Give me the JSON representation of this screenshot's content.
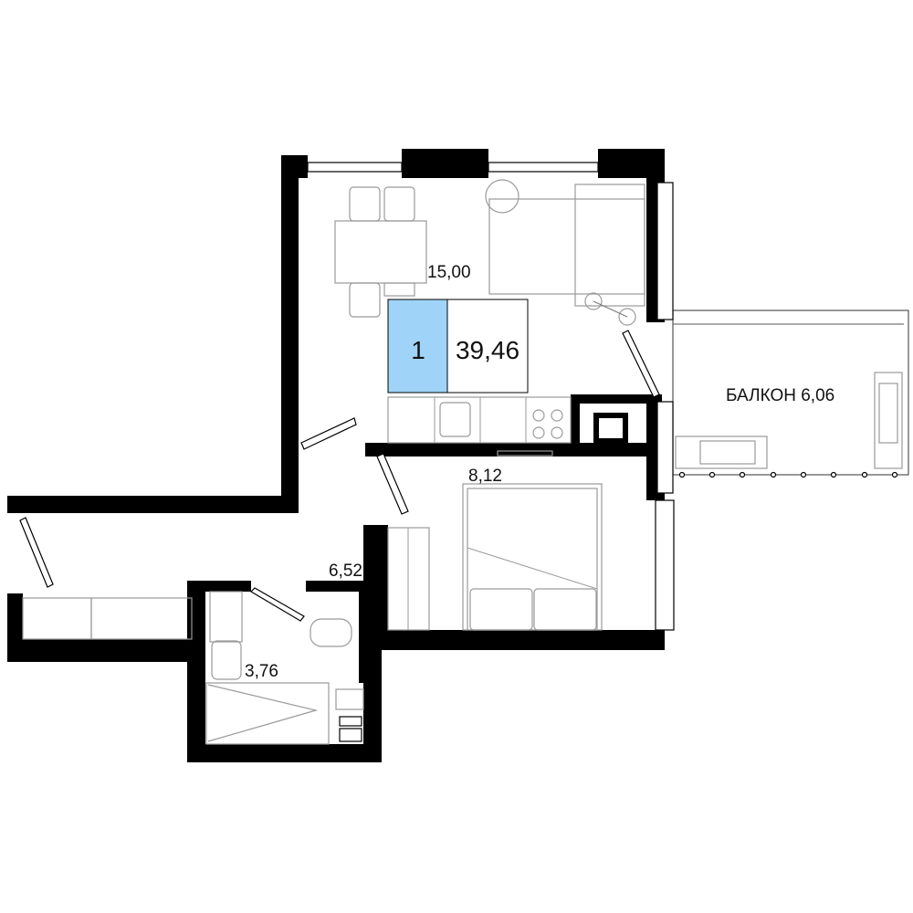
{
  "apartment": {
    "rooms_count": "1",
    "total_area": "39,46",
    "badge_color": "#9fd3f7"
  },
  "rooms": {
    "living_kitchen": "15,00",
    "bedroom": "8,12",
    "hallway": "6,52",
    "bathroom": "3,76",
    "balcony": "БАЛКОН 6,06"
  }
}
